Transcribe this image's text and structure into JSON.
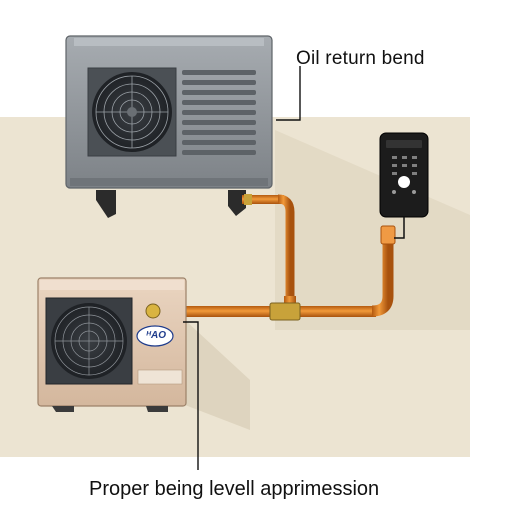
{
  "labels": {
    "oil_return_bend": "Oil return bend",
    "proper_leveling": "Proper being levell apprimession"
  },
  "outdoor_unit": {
    "brand_badge": "ᴴAO"
  },
  "colors": {
    "wall": "#ece4d2",
    "floor": "#ffffff",
    "indoor_unit": "#8f9499",
    "outdoor_unit": "#e2c9b3",
    "copper_pipe": "#e0741a",
    "brass_fitting": "#c8a23a",
    "controller": "#1c1c1c"
  }
}
